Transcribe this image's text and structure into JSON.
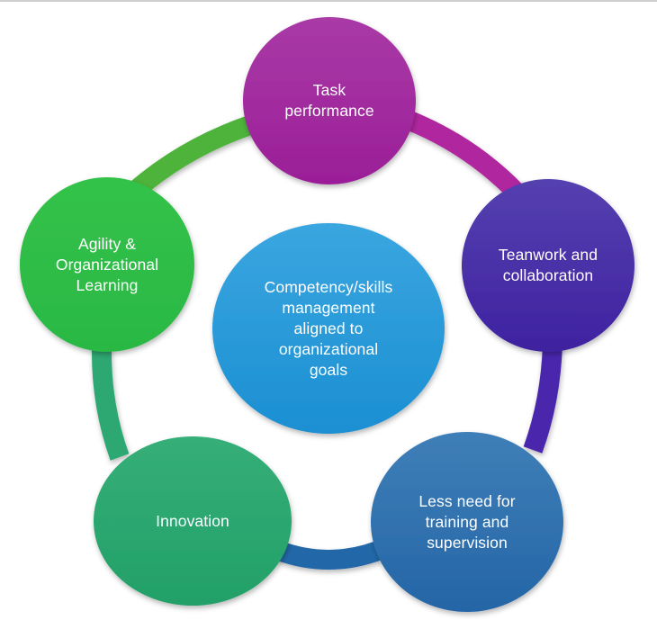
{
  "diagram": {
    "type": "cycle",
    "center": {
      "label": "Competency/skills\nmanagement\naligned to\norganizational\ngoals",
      "color_top": "#3aa6e0",
      "color_bottom": "#1b8fd2"
    },
    "nodes": [
      {
        "id": "task-performance",
        "label": "Task\nperformance",
        "color_top": "#a93aa6",
        "color_bottom": "#9a1e98"
      },
      {
        "id": "teamwork",
        "label": "Teanwork and\ncollaboration",
        "color_top": "#5540b0",
        "color_bottom": "#3e22a0"
      },
      {
        "id": "less-training",
        "label": "Less need for\ntraining and\nsupervision",
        "color_top": "#3f7fb8",
        "color_bottom": "#2465a6"
      },
      {
        "id": "innovation",
        "label": "Innovation",
        "color_top": "#36ae78",
        "color_bottom": "#22a068"
      },
      {
        "id": "agility",
        "label": "Agility &\nOrganizational\nLearning",
        "color_top": "#33c24a",
        "color_bottom": "#2ab844"
      }
    ],
    "connectors": [
      {
        "from": "agility",
        "to": "task-performance",
        "color": "#4db33a"
      },
      {
        "from": "task-performance",
        "to": "teamwork",
        "color": "#b0259f"
      },
      {
        "from": "teamwork",
        "to": "less-training",
        "color": "#4a28ac"
      },
      {
        "from": "less-training",
        "to": "innovation",
        "color": "#2468a8"
      },
      {
        "from": "innovation",
        "to": "agility",
        "color": "#2ea872"
      }
    ]
  }
}
